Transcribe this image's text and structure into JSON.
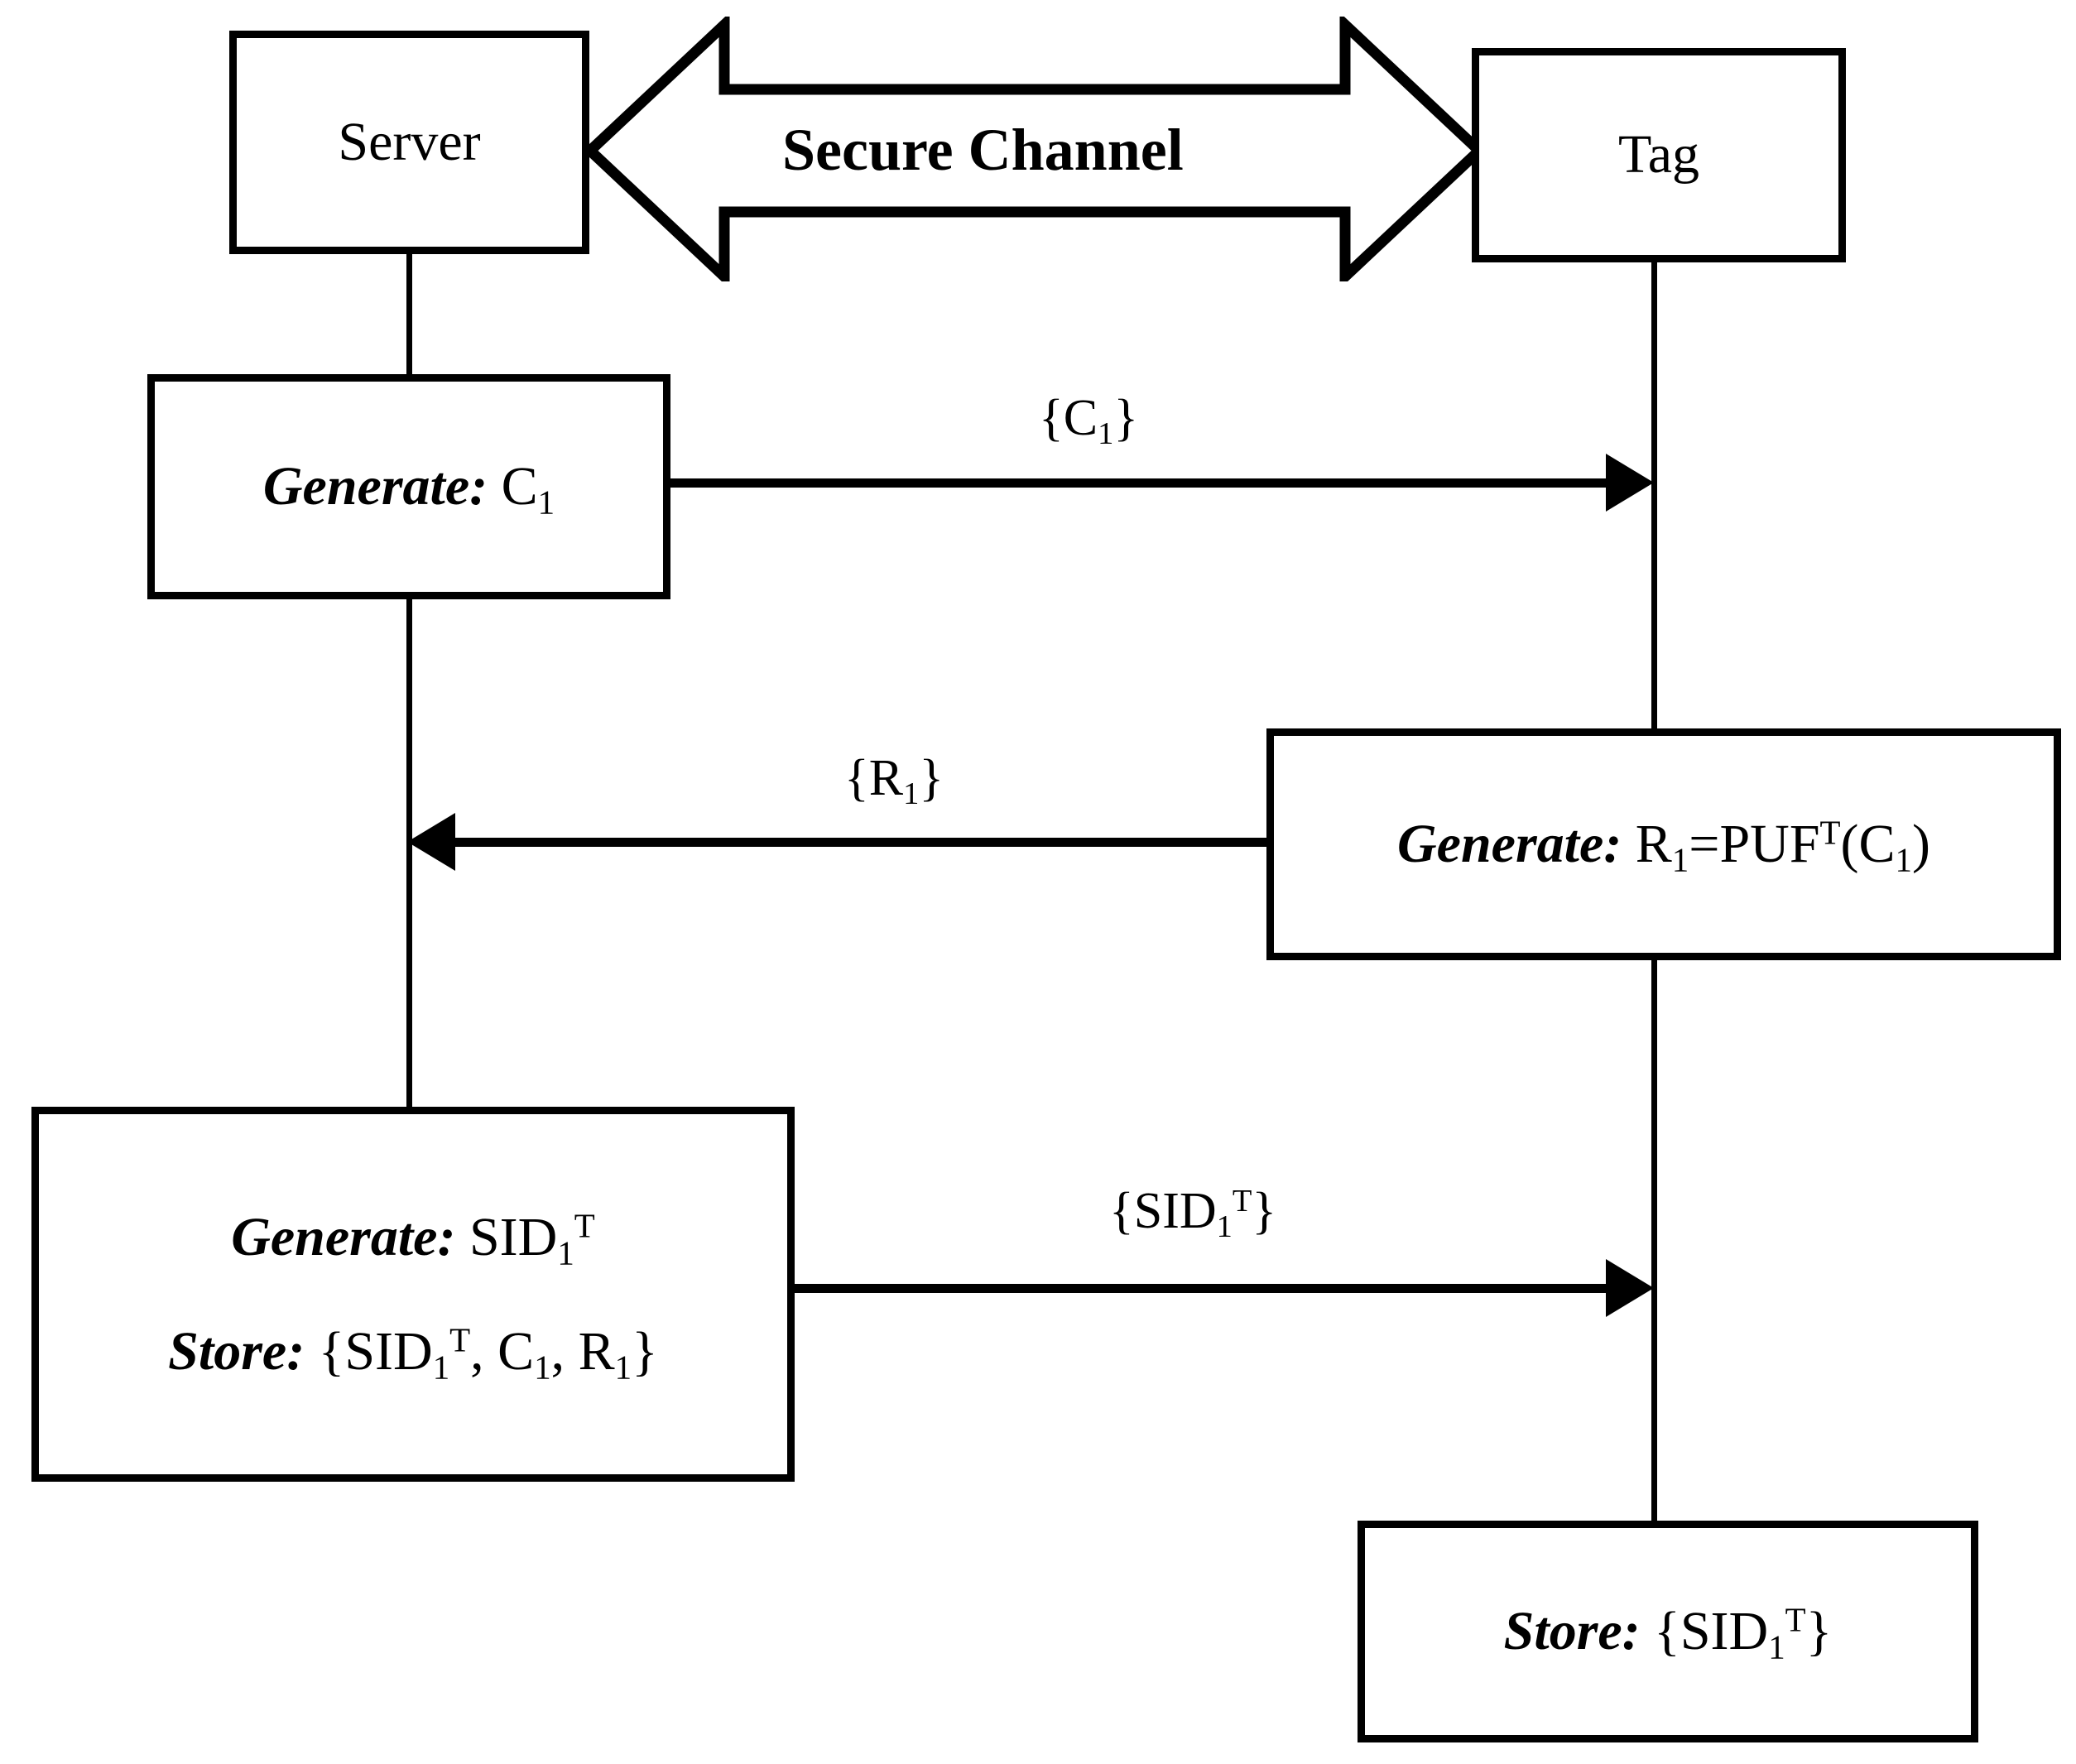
{
  "diagram": {
    "title": "Server-Tag PUF enrollment protocol sequence diagram",
    "background_color": "#ffffff",
    "line_color": "#000000"
  },
  "entities": {
    "server": {
      "label": "Server"
    },
    "tag": {
      "label": "Tag"
    }
  },
  "secure_channel": {
    "label": "Secure Channel",
    "direction": "bidirectional"
  },
  "steps": [
    {
      "id": "server-generate-c1",
      "side": "server",
      "lines": [
        {
          "keyword": "Generate:",
          "value": "C₁"
        }
      ]
    },
    {
      "id": "tag-generate-r1",
      "side": "tag",
      "lines": [
        {
          "keyword": "Generate:",
          "value": "R₁=PUFᵀ(C₁)"
        }
      ]
    },
    {
      "id": "server-generate-store-sid1",
      "side": "server",
      "lines": [
        {
          "keyword": "Generate:",
          "value": "SID₁ᵀ"
        },
        {
          "keyword": "Store:",
          "value": "{SID₁ᵀ, C₁, R₁}"
        }
      ]
    },
    {
      "id": "tag-store-sid1",
      "side": "tag",
      "lines": [
        {
          "keyword": "Store:",
          "value": "{SID₁ᵀ}"
        }
      ]
    }
  ],
  "messages": [
    {
      "id": "msg-c1",
      "label": "{C₁}",
      "direction": "server-to-tag"
    },
    {
      "id": "msg-r1",
      "label": "{R₁}",
      "direction": "tag-to-server"
    },
    {
      "id": "msg-sid1t",
      "label": "{SID₁ᵀ}",
      "direction": "server-to-tag"
    }
  ],
  "text": {
    "kw_generate": "Generate:",
    "kw_store": "Store:",
    "val_c1": "C",
    "val_c1_sub": "1",
    "val_r1_lhs": "R",
    "val_r1_sub": "1",
    "val_r1_rhs": "=PUF",
    "val_r1_sup": "T",
    "val_r1_open": "(C",
    "val_r1_sub2": "1",
    "val_r1_close": ")",
    "val_sid": "SID",
    "val_sid_sub": "1",
    "val_sid_sup": "T",
    "store_server_open": "{SID",
    "store_server_sub": "1",
    "store_server_sup": "T",
    "store_server_mid": ", C",
    "store_server_sub2": "1",
    "store_server_mid2": ", R",
    "store_server_sub3": "1",
    "store_server_close": "}",
    "store_tag_open": "{SID",
    "store_tag_sub": "1",
    "store_tag_sup": "T",
    "store_tag_close": "}",
    "lbl_c1_open": "{C",
    "lbl_c1_sub": "1",
    "lbl_c1_close": "}",
    "lbl_r1_open": "{R",
    "lbl_r1_sub": "1",
    "lbl_r1_close": "}",
    "lbl_sid_open": "{SID",
    "lbl_sid_sub": "1",
    "lbl_sid_sup": "T",
    "lbl_sid_close": "}"
  }
}
